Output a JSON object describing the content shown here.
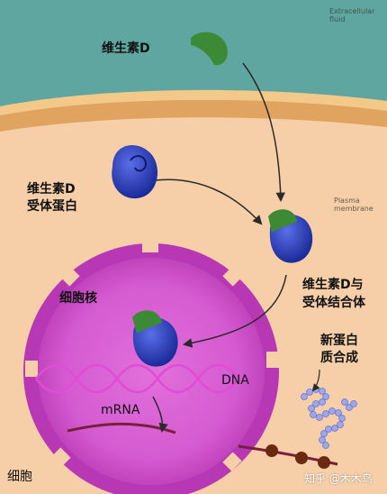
{
  "regions": {
    "extracellular_fluid": "Extracellular\nfluid",
    "plasma_membrane": "Plasma\nmembrane"
  },
  "labels": {
    "vitamin_d": "维生素D",
    "receptor_line1": "维生素D",
    "receptor_line2": "受体蛋白",
    "complex_line1": "维生素D与",
    "complex_line2": "受体结合体",
    "nucleus": "细胞核",
    "new_protein_line1": "新蛋白",
    "new_protein_line2": "质合成",
    "dna": "DNA",
    "mrna": "mRNA",
    "cell": "细胞"
  },
  "watermark": "知乎 @木木鸟",
  "colors": {
    "extracellular": "#5fa6a0",
    "membrane_outer": "#f3c98a",
    "membrane_band": "#e0a460",
    "cytoplasm": "#f6cfa9",
    "nucleus": "#b737b5",
    "nucleus_inner": "#d860d2",
    "vitamin_d": "#3c8a35",
    "receptor": "#2438b0",
    "dna": "#e04cd4",
    "protein_chain": "#9fa7ea",
    "arrow": "#2a2a2a"
  }
}
